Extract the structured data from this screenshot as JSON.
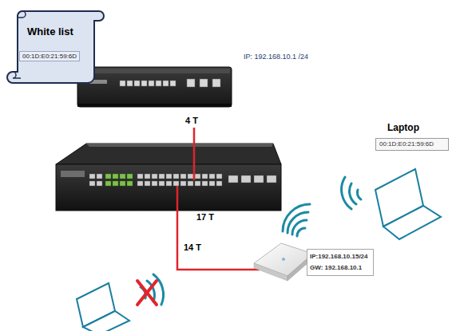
{
  "diagram": {
    "nodes": [
      {
        "text": [
          "White list",
          "00:1D:E0:21:59:6D"
        ]
      },
      {
        "text": [
          "Laptop",
          "00:1D:E0:21:59:6D"
        ]
      },
      {
        "text": [
          "IP:192.168.10.15/24",
          "GW: 192.168.10.1"
        ]
      }
    ],
    "labels": [
      "IP: 192.168.10.1 /24",
      "4 T",
      "17 T",
      "14 T"
    ]
  }
}
